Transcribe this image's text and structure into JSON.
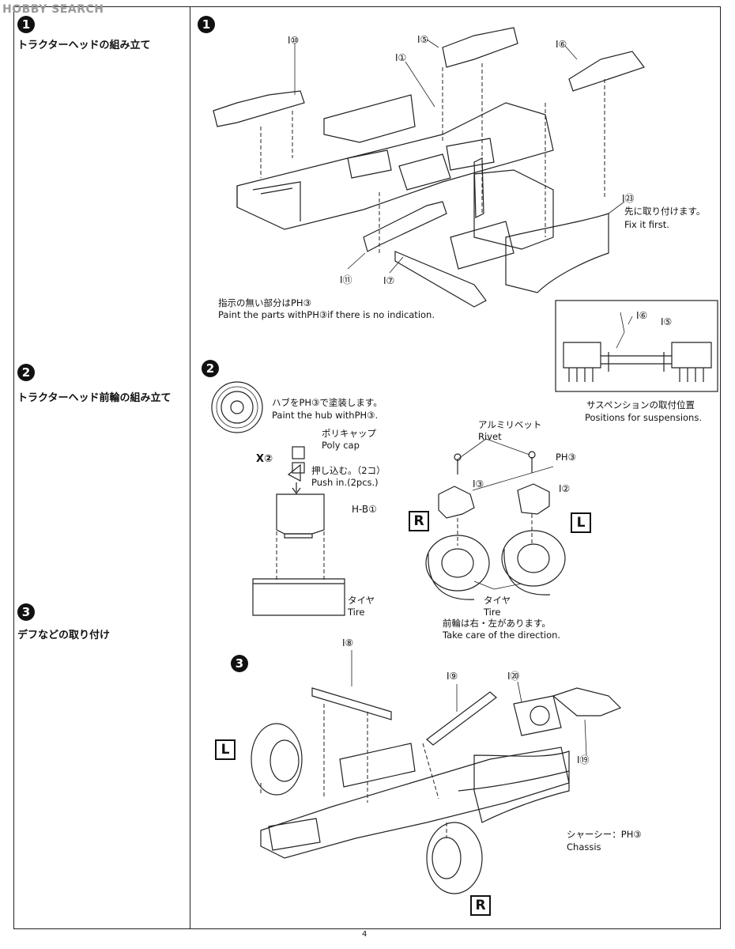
{
  "watermark": "HOBBY SEARCH",
  "page_number": "4",
  "steps": [
    {
      "num": "1",
      "title": "トラクターヘッドの組み立て"
    },
    {
      "num": "2",
      "title": "トラクターヘッド前輪の組み立て"
    },
    {
      "num": "3",
      "title": "デフなどの取り付け"
    }
  ],
  "step1": {
    "parts": [
      "I⑩",
      "I⑤",
      "I①",
      "I⑥",
      "I㉓",
      "I⑪",
      "I⑦"
    ],
    "fix_jp": "先に取り付けます。",
    "fix_en": "Fix it first.",
    "paint_jp": "指示の無い部分はPH③",
    "paint_en": "Paint the parts withPH③if there is no indication.",
    "inset_parts": [
      "I⑥",
      "I⑤"
    ],
    "inset_jp": "サスペンションの取付位置",
    "inset_en": "Positions for suspensions."
  },
  "step2": {
    "hub_jp": "ハブをPH③で塗装します。",
    "hub_en": "Paint the hub withPH③.",
    "polycap_jp": "ポリキャップ",
    "polycap_en": "Poly cap",
    "x_mark": "X②",
    "push_jp": "押し込む。（2コ）",
    "push_en": "Push in.(2pcs.)",
    "hb_part": "H-B①",
    "tire_jp": "タイヤ",
    "tire_en": "Tire",
    "rivet_jp": "アルミリベット",
    "rivet_en": "Rivet",
    "ph_code": "PH③",
    "part3": "I③",
    "part2": "I②",
    "right": "R",
    "left": "L",
    "tire2_jp": "タイヤ",
    "tire2_en": "Tire",
    "direction_jp": "前輪は右・左があります。",
    "direction_en": "Take care of the direction."
  },
  "step3": {
    "parts": [
      "I⑧",
      "I⑨",
      "I⑳",
      "I⑲"
    ],
    "left": "L",
    "right": "R",
    "chassis_jp": "シャーシー：PH③",
    "chassis_en": "Chassis"
  }
}
